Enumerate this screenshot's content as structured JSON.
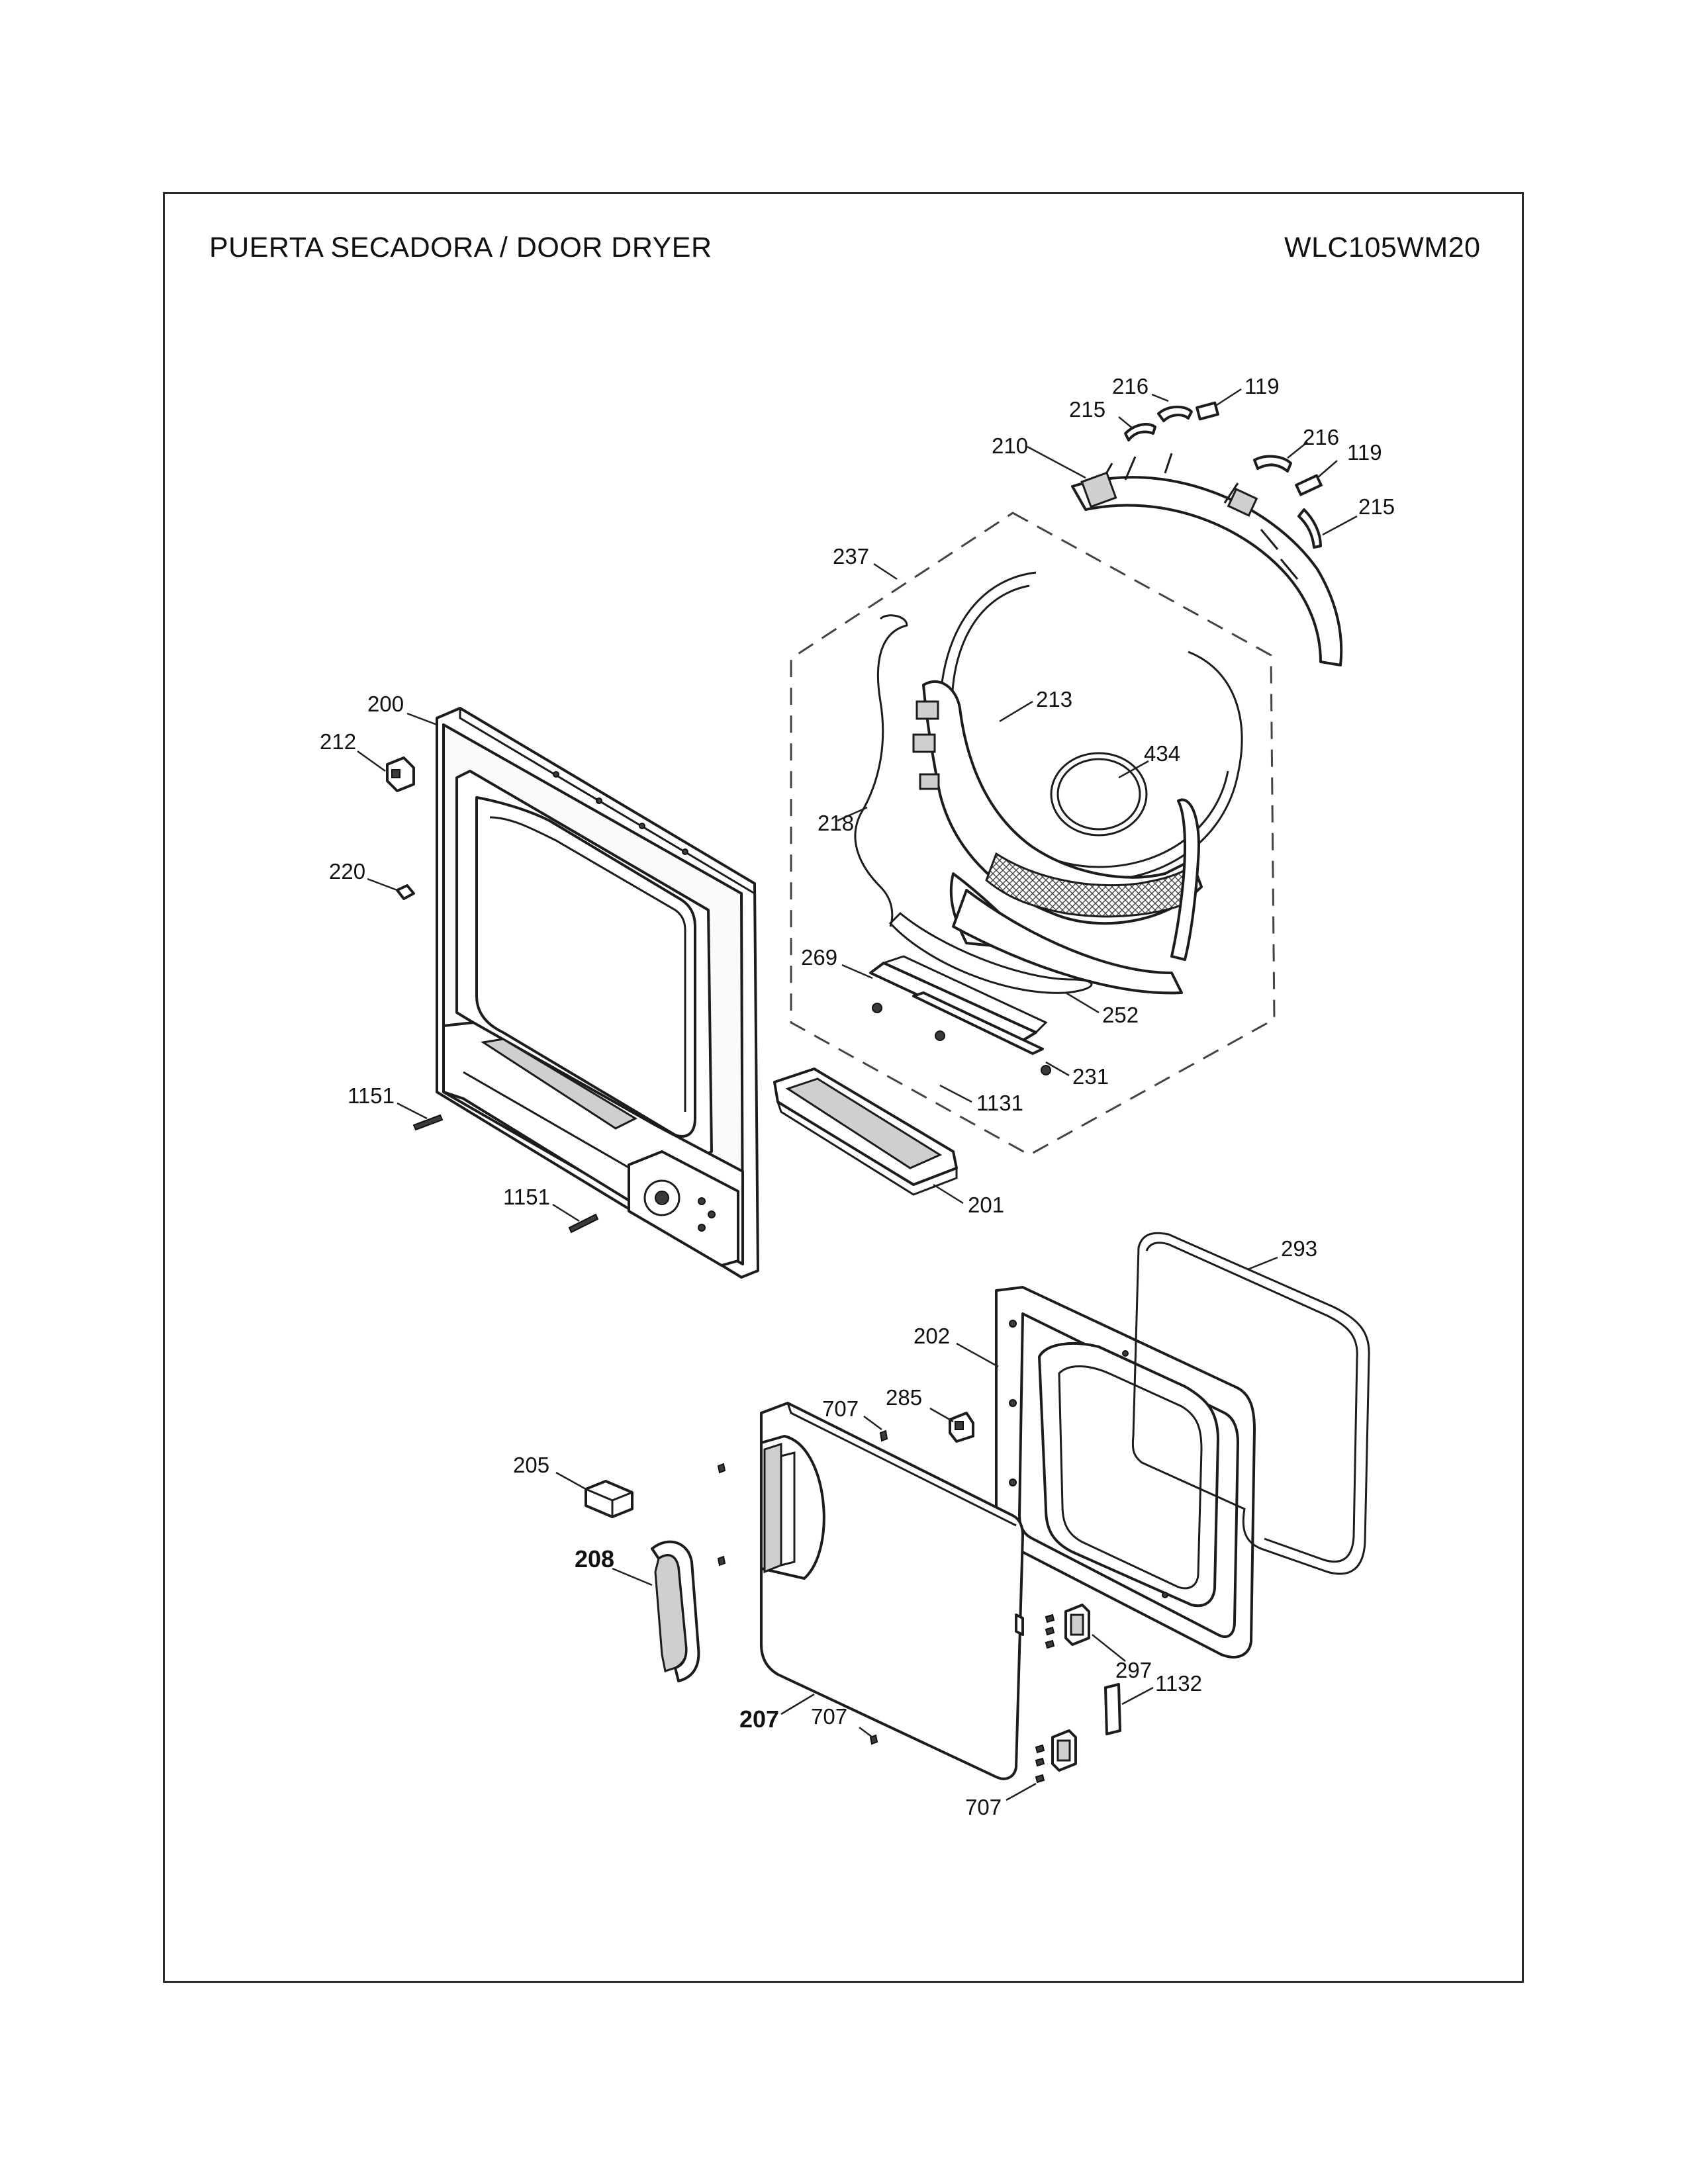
{
  "header": {
    "title": "PUERTA SECADORA / DOOR DRYER",
    "model": "WLC105WM20"
  },
  "callouts": {
    "c216a": "216",
    "c215a": "215",
    "c119a": "119",
    "c210": "210",
    "c216b": "216",
    "c119b": "119",
    "c215b": "215",
    "c237": "237",
    "c213": "213",
    "c434": "434",
    "c218": "218",
    "c200": "200",
    "c212": "212",
    "c220": "220",
    "c269": "269",
    "c252": "252",
    "c231": "231",
    "c1131": "1131",
    "c1151a": "1151",
    "c1151b": "1151",
    "c201": "201",
    "c293": "293",
    "c202": "202",
    "c285": "285",
    "c707a": "707",
    "c205": "205",
    "c208": "208",
    "c297": "297",
    "c1132": "1132",
    "c207": "207",
    "c707b": "707",
    "c707c": "707"
  }
}
